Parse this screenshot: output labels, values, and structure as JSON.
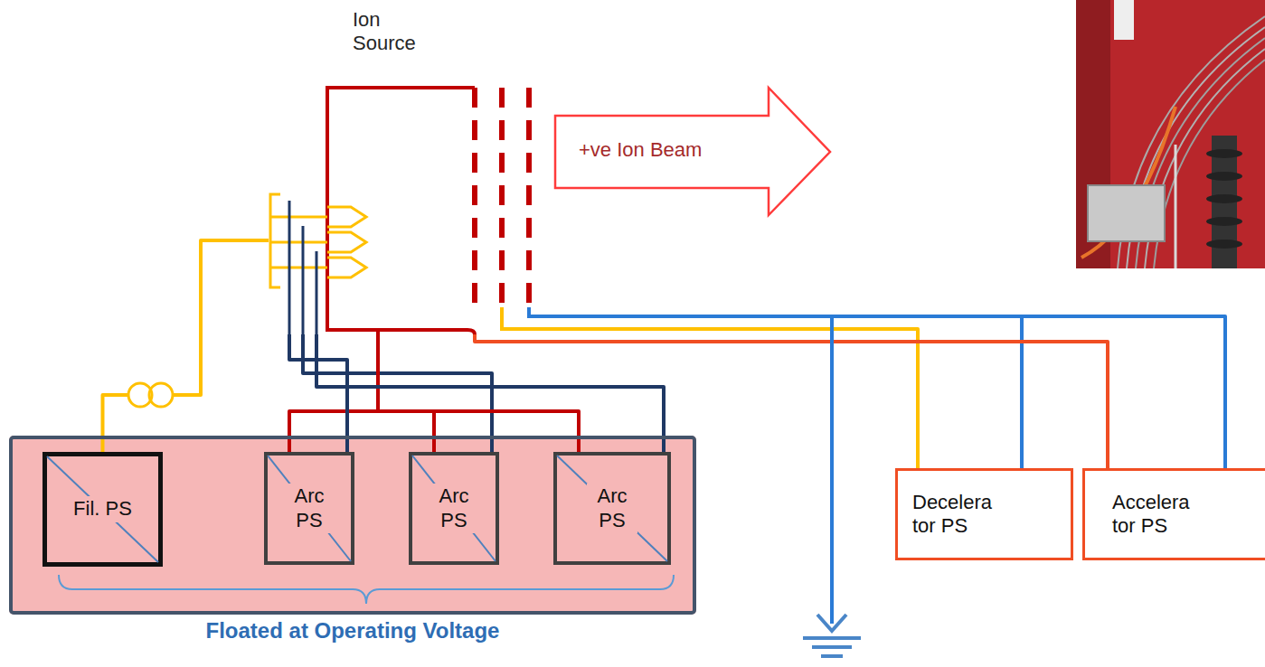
{
  "diagram": {
    "nodes": [
      {
        "text": [
          "Ion Source"
        ]
      },
      {
        "text": [
          "+ve Ion Beam"
        ]
      },
      {
        "text": [
          "Floated at Operating Voltage"
        ]
      },
      {
        "text": [
          "Fil. PS"
        ],
        "in": 2
      },
      {
        "text": [
          "Arc PS"
        ],
        "in": 2
      },
      {
        "text": [
          "Arc PS"
        ],
        "in": 2
      },
      {
        "text": [
          "Arc PS"
        ],
        "in": 2
      },
      {
        "text": [
          "Decelera tor PS"
        ]
      },
      {
        "text": [
          "Accelera tor PS"
        ]
      }
    ],
    "edges": [
      {
        "from": 3,
        "to": 0,
        "arrow": "none"
      },
      {
        "from": 4,
        "to": 0,
        "arrow": "none"
      },
      {
        "from": 4,
        "to": 0,
        "arrow": "none"
      },
      {
        "from": 5,
        "to": 0,
        "arrow": "none"
      },
      {
        "from": 5,
        "to": 0,
        "arrow": "none"
      },
      {
        "from": 6,
        "to": 0,
        "arrow": "none"
      },
      {
        "from": 6,
        "to": 0,
        "arrow": "none"
      },
      {
        "from": 0,
        "to": 7,
        "arrow": "none"
      },
      {
        "from": 0,
        "to": 7,
        "arrow": "none"
      },
      {
        "from": 0,
        "to": 8,
        "arrow": "none"
      },
      {
        "from": 0,
        "to": 8,
        "arrow": "none"
      }
    ]
  }
}
